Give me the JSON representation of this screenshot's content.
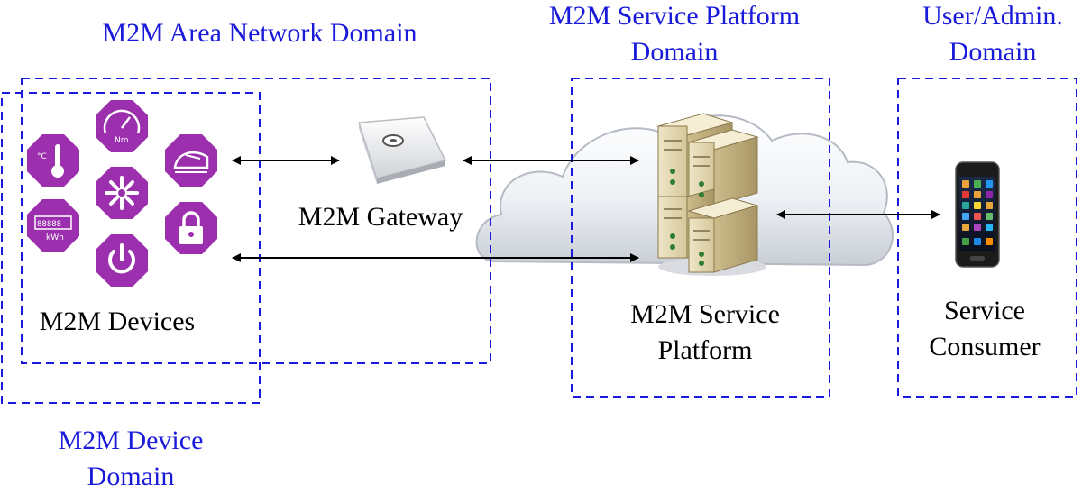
{
  "domains": {
    "area_network": "M2M Area Network Domain",
    "service_platform_line1": "M2M Service Platform",
    "service_platform_line2": "Domain",
    "user_admin_line1": "User/Admin.",
    "user_admin_line2": "Domain",
    "device_line1": "M2M Device",
    "device_line2": "Domain"
  },
  "nodes": {
    "devices": "M2M Devices",
    "gateway": "M2M Gateway",
    "platform_line1": "M2M Service",
    "platform_line2": "Platform",
    "consumer_line1": "Service",
    "consumer_line2": "Consumer"
  },
  "device_icons": {
    "thermometer_unit": "°C",
    "gauge_unit": "Nm",
    "meter_digits": "88888",
    "meter_unit": "kWh"
  },
  "colors": {
    "domain_border": "#1a1adb",
    "domain_text": "#1a1adb",
    "device_icon": "#9b2fae",
    "arrow": "#000000"
  }
}
